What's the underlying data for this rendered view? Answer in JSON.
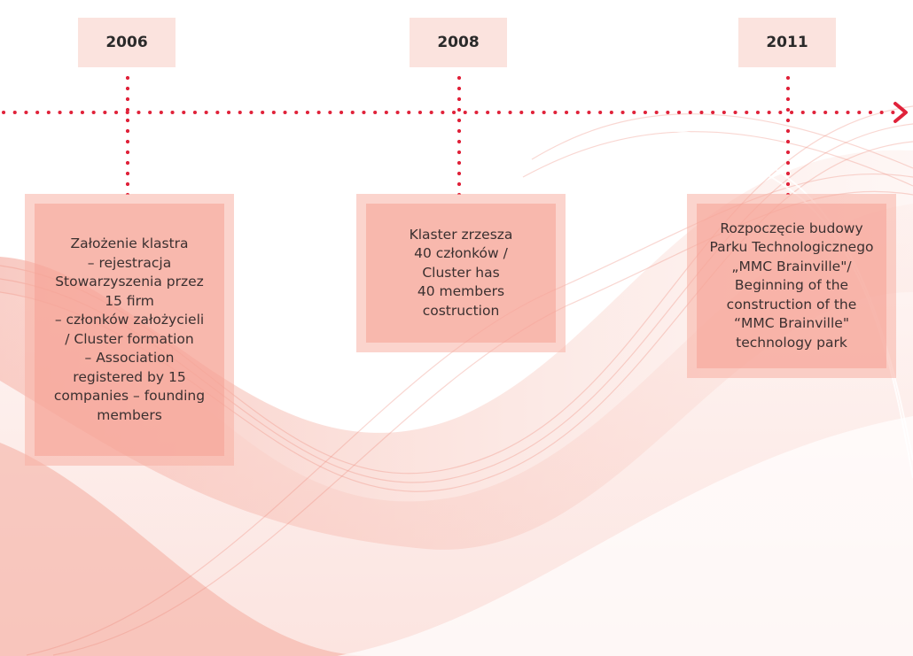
{
  "timeline": {
    "accent_color": "#e0223a",
    "year_box_color": "#fbe3de",
    "arrow_icon": "chevron-right-icon",
    "events": [
      {
        "year": "2006",
        "text": "Założenie klastra\n– rejestracja\nStowarzyszenia przez\n15 firm\n– członków założycieli\n/ Cluster formation\n– Association\nregistered by 15\ncompanies – founding\nmembers"
      },
      {
        "year": "2008",
        "text": "Klaster zrzesza\n40 członków /\nCluster has\n40 members\ncostruction"
      },
      {
        "year": "2011",
        "text": "Rozpoczęcie budowy\nParku Technologicznego\n„MMC Brainville\"/\nBeginning of the\nconstruction of the\n“MMC Brainville\"\ntechnology park"
      }
    ]
  }
}
